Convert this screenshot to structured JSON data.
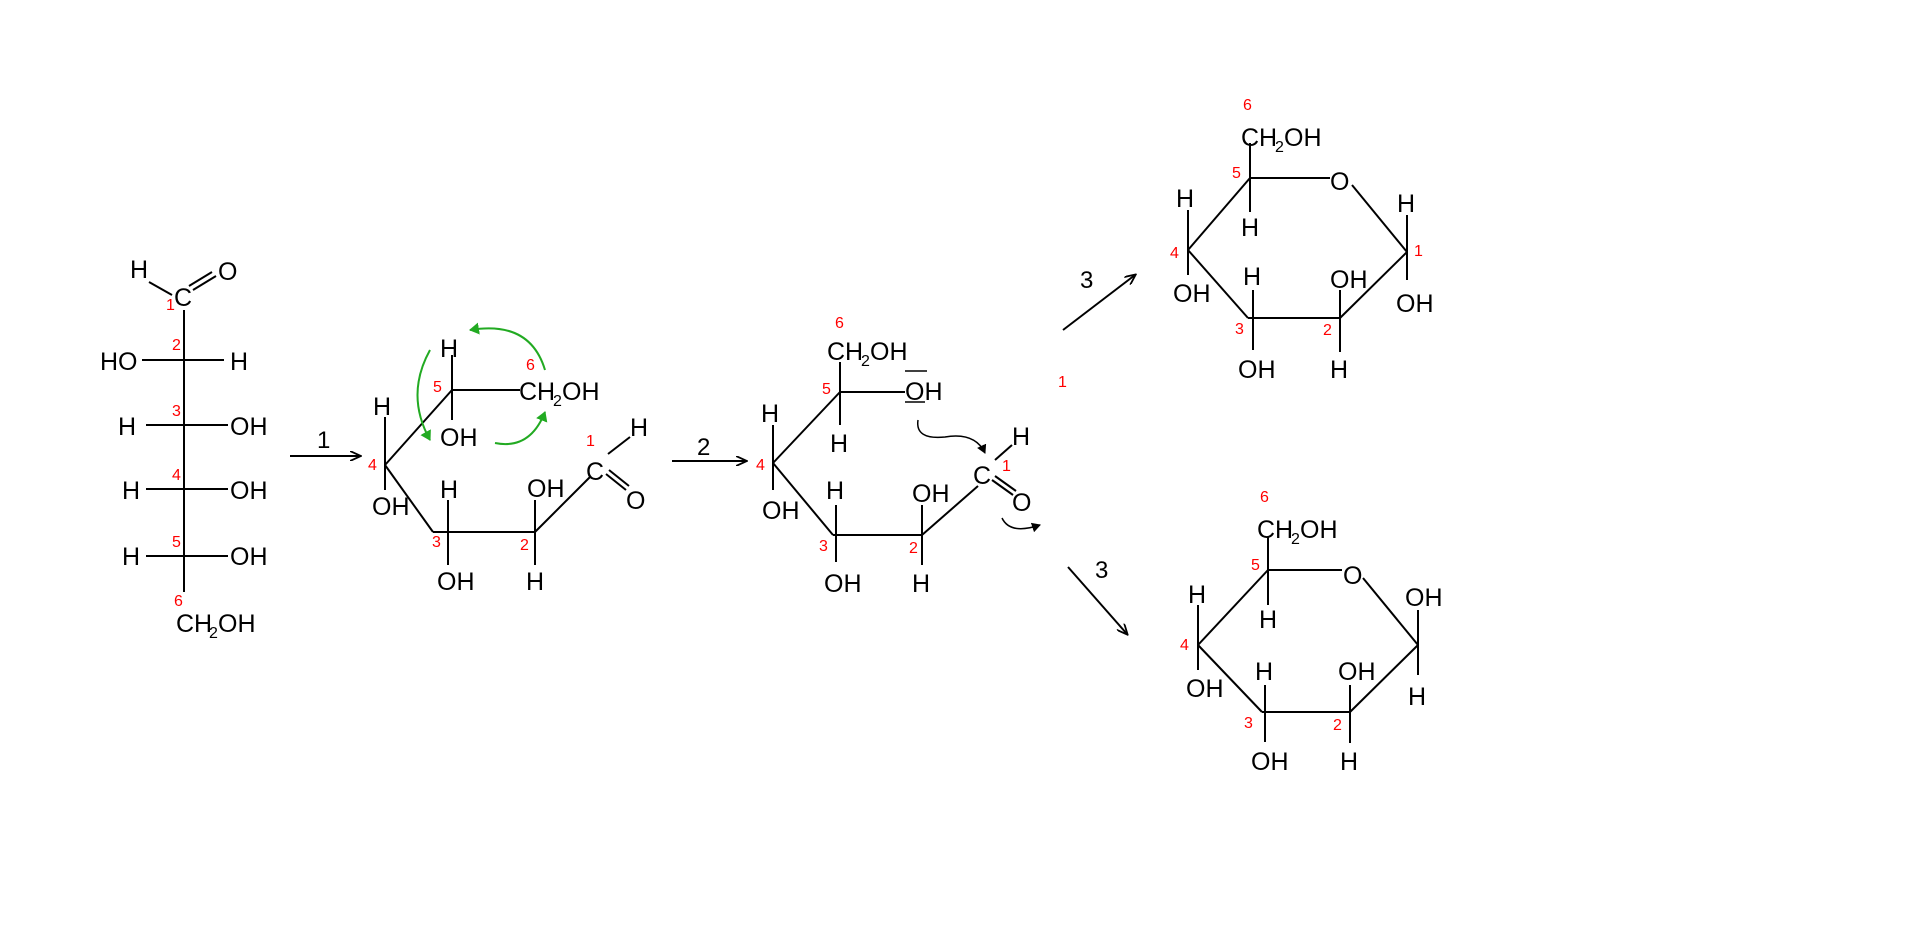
{
  "colors": {
    "atom": "#000000",
    "carbon_number": "#ff0000",
    "electron_arrow": "#22aa22",
    "background": "#ffffff"
  },
  "atoms": {
    "H": "H",
    "O": "O",
    "OH": "OH",
    "HO": "HO",
    "C": "C",
    "CH": "CH",
    "sub2": "2"
  },
  "carbon_numbers": [
    "1",
    "2",
    "3",
    "4",
    "5",
    "6"
  ],
  "steps": [
    "1",
    "2",
    "3",
    "3"
  ],
  "stray_label": "1"
}
